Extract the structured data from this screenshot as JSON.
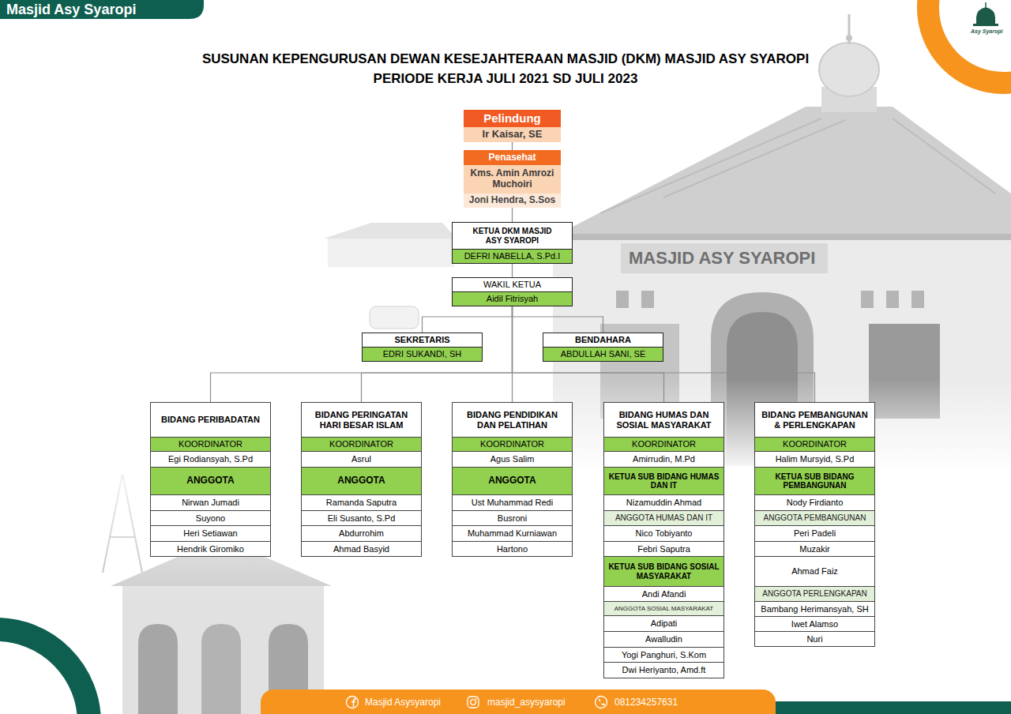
{
  "diagram": {
    "title": "SUSUNAN KEPENGURUSAN DEWAN KESEJAHTERAAN MASJID (DKM) MASJID ASY SYAROPI PERIODE KERJA JULI 2021 SD JULI 2023",
    "nodes": [
      {
        "text": [
          "Pelindung",
          "Ir Kaisar, SE"
        ]
      },
      {
        "text": [
          "Penasehat",
          "Kms. Amin Amrozi Muchoiri",
          "Joni Hendra, S.Sos"
        ]
      },
      {
        "text": [
          "KETUA DKM MASJID ASY SYAROPI",
          "DEFRI NABELLA, S.Pd.I"
        ]
      },
      {
        "text": [
          "WAKIL KETUA",
          "Aidil Fitrisyah"
        ]
      },
      {
        "text": [
          "SEKRETARIS",
          "EDRI SUKANDI, SH"
        ]
      },
      {
        "text": [
          "BENDAHARA",
          "ABDULLAH SANI, SE"
        ]
      },
      {
        "text": [
          "BIDANG PERIBADATAN"
        ]
      },
      {
        "text": [
          "KOORDINATOR"
        ],
        "in": 6
      },
      {
        "text": [
          "Egi Rodiansyah, S.Pd"
        ],
        "in": 6
      },
      {
        "text": [
          "ANGGOTA"
        ],
        "in": 6
      },
      {
        "text": [
          "Nirwan Jumadi"
        ],
        "in": 6
      },
      {
        "text": [
          "Suyono"
        ],
        "in": 6
      },
      {
        "text": [
          "Heri Setiawan"
        ],
        "in": 6
      },
      {
        "text": [
          "Hendrik Giromiko"
        ],
        "in": 6
      },
      {
        "text": [
          "BIDANG PERINGATAN HARI BESAR ISLAM"
        ]
      },
      {
        "text": [
          "KOORDINATOR"
        ],
        "in": 14
      },
      {
        "text": [
          "Asrul"
        ],
        "in": 14
      },
      {
        "text": [
          "ANGGOTA"
        ],
        "in": 14
      },
      {
        "text": [
          "Ramanda Saputra"
        ],
        "in": 14
      },
      {
        "text": [
          "Eli Susanto, S.Pd"
        ],
        "in": 14
      },
      {
        "text": [
          "Abdurrohim"
        ],
        "in": 14
      },
      {
        "text": [
          "Ahmad Basyid"
        ],
        "in": 14
      },
      {
        "text": [
          "BIDANG PENDIDIKAN DAN PELATIHAN"
        ]
      },
      {
        "text": [
          "KOORDINATOR"
        ],
        "in": 22
      },
      {
        "text": [
          "Agus Salim"
        ],
        "in": 22
      },
      {
        "text": [
          "ANGGOTA"
        ],
        "in": 22
      },
      {
        "text": [
          "Ust Muhammad Redi"
        ],
        "in": 22
      },
      {
        "text": [
          "Busroni"
        ],
        "in": 22
      },
      {
        "text": [
          "Muhammad Kurniawan"
        ],
        "in": 22
      },
      {
        "text": [
          "Hartono"
        ],
        "in": 22
      },
      {
        "text": [
          "BIDANG HUMAS DAN SOSIAL MASYARAKAT"
        ]
      },
      {
        "text": [
          "KOORDINATOR"
        ],
        "in": 30
      },
      {
        "text": [
          "Amirrudin, M.Pd"
        ],
        "in": 30
      },
      {
        "text": [
          "KETUA SUB BIDANG HUMAS DAN IT"
        ],
        "in": 30
      },
      {
        "text": [
          "Nizamuddin Ahmad"
        ],
        "in": 30
      },
      {
        "text": [
          "ANGGOTA HUMAS DAN IT"
        ],
        "in": 30
      },
      {
        "text": [
          "Nico Tobiyanto"
        ],
        "in": 30
      },
      {
        "text": [
          "Febri Saputra"
        ],
        "in": 30
      },
      {
        "text": [
          "KETUA SUB BIDANG SOSIAL MASYARAKAT"
        ],
        "in": 30
      },
      {
        "text": [
          "Andi Afandi"
        ],
        "in": 30
      },
      {
        "text": [
          "ANGGOTA SOSIAL MASYARAKAT"
        ],
        "in": 30
      },
      {
        "text": [
          "Adipati"
        ],
        "in": 30
      },
      {
        "text": [
          "Awalludin"
        ],
        "in": 30
      },
      {
        "text": [
          "Yogi Panghuri, S.Kom"
        ],
        "in": 30
      },
      {
        "text": [
          "Dwi Heriyanto, Amd.ft"
        ],
        "in": 30
      },
      {
        "text": [
          "BIDANG PEMBANGUNAN & PERLENGKAPAN"
        ]
      },
      {
        "text": [
          "KOORDINATOR"
        ],
        "in": 45
      },
      {
        "text": [
          "Halim Mursyid, S.Pd"
        ],
        "in": 45
      },
      {
        "text": [
          "KETUA SUB BIDANG PEMBANGUNAN"
        ],
        "in": 45
      },
      {
        "text": [
          "Nody Firdianto"
        ],
        "in": 45
      },
      {
        "text": [
          "ANGGOTA PEMBANGUNAN"
        ],
        "in": 45
      },
      {
        "text": [
          "Peri Padeli"
        ],
        "in": 45
      },
      {
        "text": [
          "Muzakir"
        ],
        "in": 45
      },
      {
        "text": [
          "Ahmad Faiz"
        ],
        "in": 45
      },
      {
        "text": [
          "ANGGOTA PERLENGKAPAN"
        ],
        "in": 45
      },
      {
        "text": [
          "Bambang Herimansyah, SH"
        ],
        "in": 45
      },
      {
        "text": [
          "Iwet Alamso"
        ],
        "in": 45
      },
      {
        "text": [
          "Nuri"
        ],
        "in": 45
      }
    ],
    "edges": [
      {
        "from": 0,
        "to": 1,
        "arrow": "none"
      },
      {
        "from": 1,
        "to": 2,
        "arrow": "none"
      },
      {
        "from": 2,
        "to": 3,
        "arrow": "none"
      },
      {
        "from": 3,
        "to": 4,
        "arrow": "none"
      },
      {
        "from": 3,
        "to": 5,
        "arrow": "none"
      },
      {
        "from": 3,
        "to": 6,
        "arrow": "none"
      },
      {
        "from": 3,
        "to": 14,
        "arrow": "none"
      },
      {
        "from": 3,
        "to": 22,
        "arrow": "none"
      },
      {
        "from": 3,
        "to": 30,
        "arrow": "none"
      },
      {
        "from": 3,
        "to": 45,
        "arrow": "none"
      }
    ],
    "labels": [
      "Masjid Asy Syaropi",
      "Asy Syaropi",
      "MASJID ASY SYAROPI",
      "Masjid Asysyaropi",
      "masjid_asysyaropi",
      "081234257631"
    ]
  }
}
